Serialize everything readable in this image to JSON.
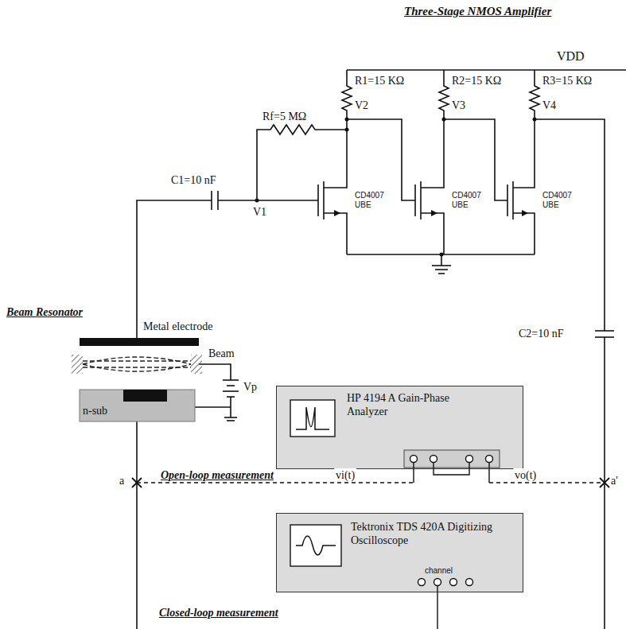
{
  "diagram": {
    "title": "Three-Stage NMOS Amplifier",
    "nodes": [
      {
        "text": [
          "HP 4194 A Gain-Phase Analyzer"
        ]
      },
      {
        "text": [
          "Tektronix TDS 420A Digitizing Oscilloscope",
          "channel"
        ]
      }
    ],
    "labels": [
      "VDD",
      "R1=15 KΩ",
      "R2=15 KΩ",
      "R3=15 KΩ",
      "Rf=5 MΩ",
      "V2",
      "V3",
      "V4",
      "C1=10 nF",
      "V1",
      "CD4007 UBE",
      "CD4007 UBE",
      "CD4007 UBE",
      "Beam Resonator",
      "Metal electrode",
      "Beam",
      "Vp",
      "n-sub",
      "C2=10 nF",
      "Open-loop measurement",
      "vi(t)",
      "vo(t)",
      "a",
      "a'",
      "Closed-loop measurement"
    ]
  }
}
